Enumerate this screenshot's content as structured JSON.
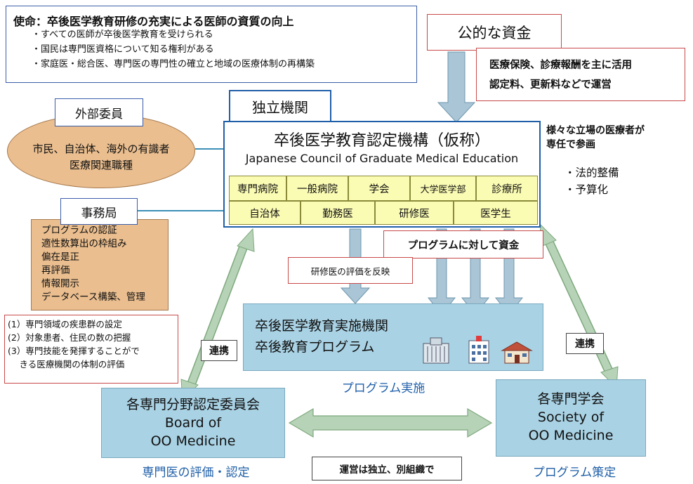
{
  "mission": {
    "title": "使命：卒後医学教育研修の充実による医師の資質の向上",
    "bullets": [
      "すべての医師が卒後医学教育を受けられる",
      "国民は専門医資格について知る権利がある",
      "家庭医・総合医、専門医の専門性の確立と地域の医療体制の再構築"
    ]
  },
  "funding": {
    "title": "公的な資金",
    "note_line1": "医療保険、診療報酬を主に活用",
    "note_line2": "認定料、更新料などで運営"
  },
  "independent_label": "独立機関",
  "council": {
    "name_jp": "卒後医学教育認定機構（仮称）",
    "name_en": "Japanese Council of Graduate Medical Education",
    "row1": [
      "専門病院",
      "一般病院",
      "学会",
      "大学医学部",
      "診療所"
    ],
    "row2": [
      "自治体",
      "勤務医",
      "研修医",
      "医学生"
    ],
    "note_line1": "様々な立場の医療者が",
    "note_line2": "専任で参画",
    "items": [
      "・法的整備",
      "・予算化"
    ]
  },
  "external": {
    "label": "外部委員",
    "line1": "市民、自治体、海外の有識者",
    "line2": "医療関連職種"
  },
  "secretariat": {
    "label": "事務局",
    "items": [
      "プログラムの認証",
      "適性数算出の枠組み",
      "偏在是正",
      "再評価",
      "情報開示",
      "データベース構築、管理"
    ]
  },
  "tasks": [
    "(1）専門領域の疾患群の設定",
    "(2）対象患者、住民の数の把握",
    "(3）専門技能を発揮することがで",
    "　 きる医療機関の体制の評価"
  ],
  "labels": {
    "program_funds": "プログラムに対して資金",
    "eval_reflect": "研修医の評価を反映",
    "coop_left": "連携",
    "coop_right": "連携",
    "operate": "運営は独立、別組織で"
  },
  "institution": {
    "line1": "卒後医学教育実施機関",
    "line2": "卒後教育プログラム",
    "caption": "プログラム実施"
  },
  "board": {
    "line1": "各専門分野認定委員会",
    "line2": "Board of",
    "line3": "OO Medicine",
    "caption": "専門医の評価・認定"
  },
  "society": {
    "line1": "各専門学会",
    "line2": "Society of",
    "line3": "OO Medicine",
    "caption": "プログラム策定"
  },
  "colors": {
    "blue_border": "#1f5fa8",
    "red_border": "#c94a4a",
    "arrow_fill": "#a9c5d6",
    "light_blue_box": "#a9d2e4",
    "tan_box": "#eabe8f",
    "cell_yellow": "#fbfcb3",
    "green_arrow": "#b7d3b7"
  }
}
